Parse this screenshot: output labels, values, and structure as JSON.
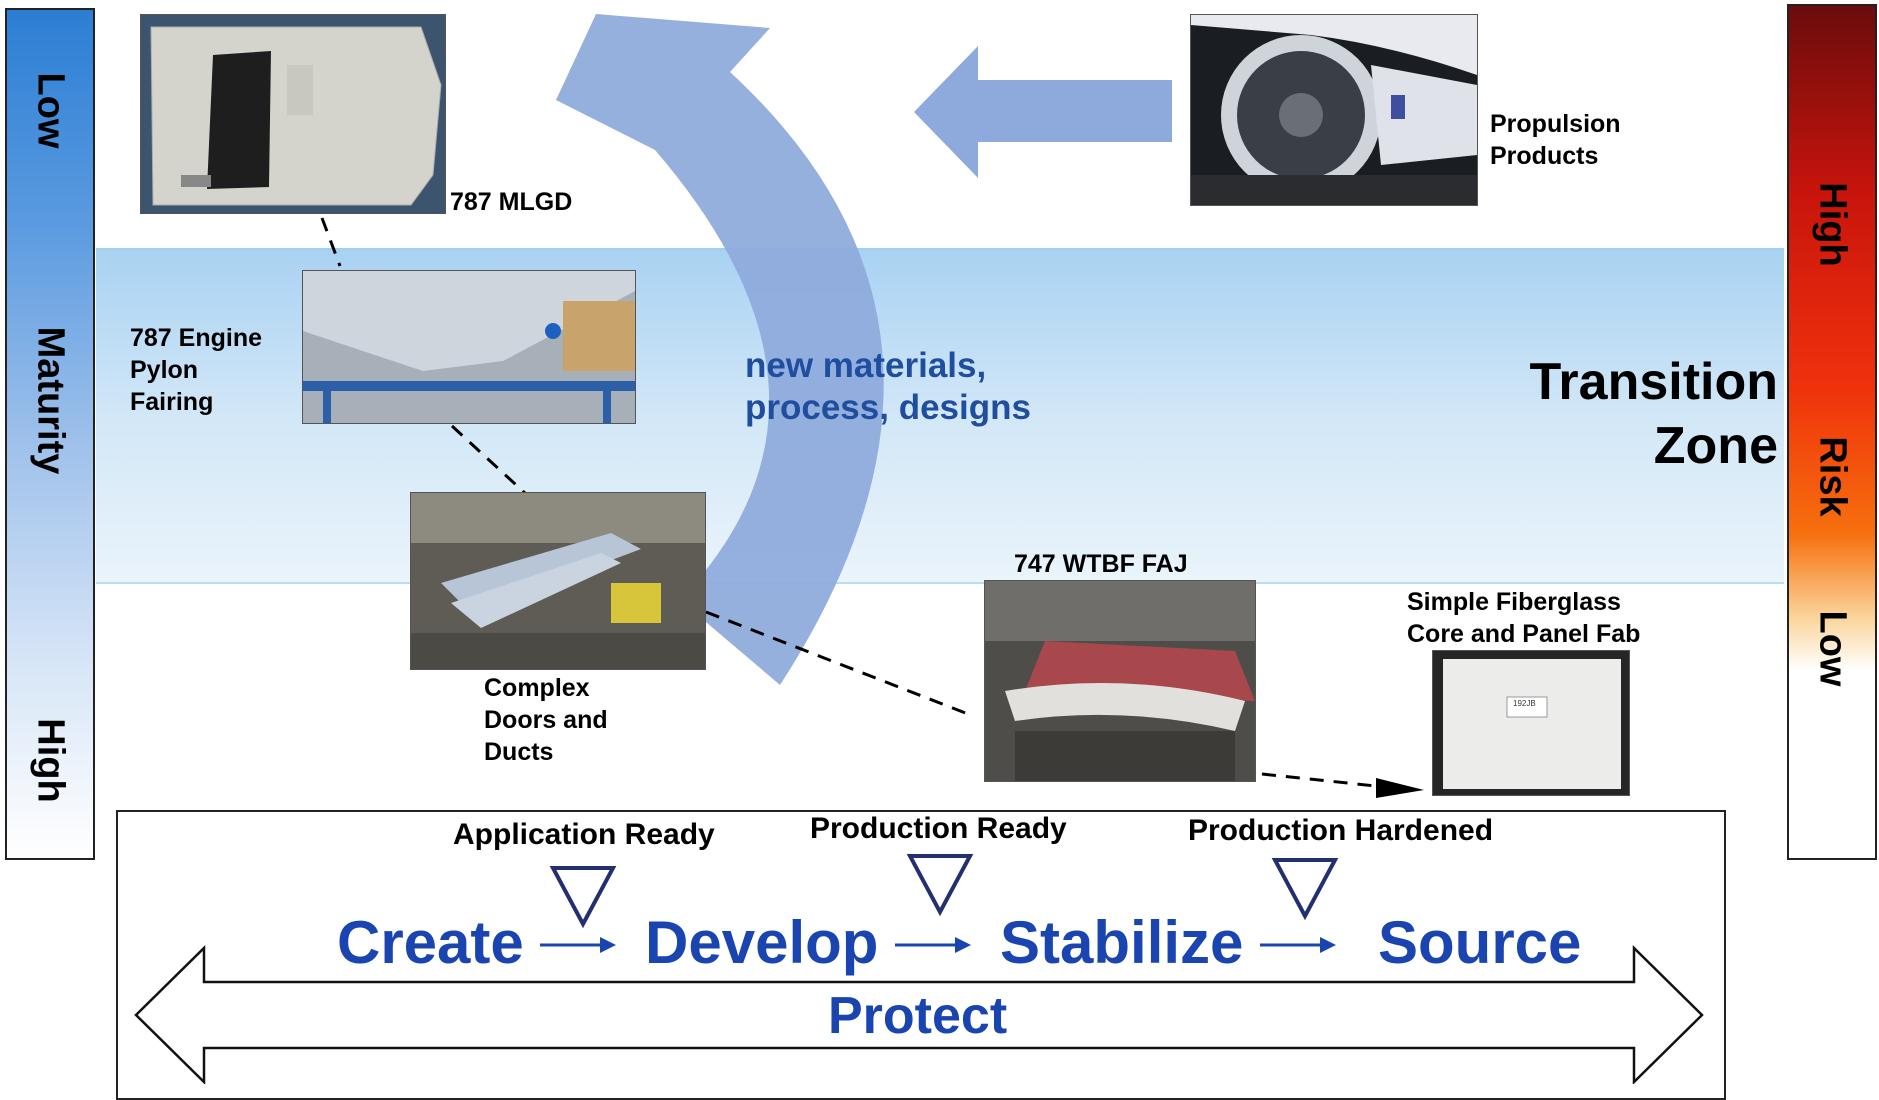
{
  "maturity_scale": {
    "low_label": "Low",
    "title": "Maturity",
    "high_label": "High"
  },
  "risk_scale": {
    "high_label": "High",
    "title": "Risk",
    "low_label": "Low"
  },
  "zone": {
    "title_line1": "Transition",
    "title_line2": "Zone"
  },
  "cycle_arrow": {
    "line1": "new materials,",
    "line2": "process, designs"
  },
  "products": {
    "mlgd": "787 MLGD",
    "pylon": [
      "787 Engine",
      "Pylon",
      "Fairing"
    ],
    "doors": [
      "Complex",
      "Doors and",
      "Ducts"
    ],
    "faj": "747 WTBF FAJ",
    "fiberglass": [
      "Simple Fiberglass",
      "Core and Panel Fab"
    ],
    "propulsion": [
      "Propulsion",
      "Products"
    ],
    "panel_tag": "192JB"
  },
  "process": {
    "gates": [
      "Application Ready",
      "Production Ready",
      "Production Hardened"
    ],
    "steps": [
      "Create",
      "Develop",
      "Stabilize",
      "Source"
    ],
    "protect": "Protect"
  },
  "colors": {
    "arrow": "#8eaadc",
    "process_text": "#1a45b0",
    "callout_text": "#1f4e9f",
    "zone_band": "#bfe0f6"
  }
}
